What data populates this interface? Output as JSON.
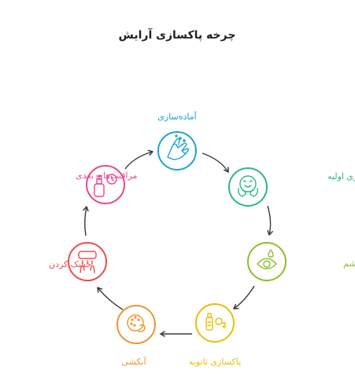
{
  "title": "چرخه پاکسازی آرایش",
  "steps": [
    {
      "id": "preparation",
      "label": "آماده‌سازی",
      "color": "#1aa6c9",
      "icon": "hands-washing-icon"
    },
    {
      "id": "initial-cleanse",
      "label": "پاکسازی اولیه",
      "color": "#2db68a",
      "icon": "happy-face-hands-icon"
    },
    {
      "id": "eye-cleanse",
      "label": "پاکسازی چشم",
      "color": "#8dbf2b",
      "icon": "eye-with-drop-icon"
    },
    {
      "id": "second-cleanse",
      "label": "پاکسازی ثانویه",
      "color": "#e8c000",
      "icon": "bottle-o2-icon"
    },
    {
      "id": "rinse",
      "label": "آبکشی",
      "color": "#f0932b",
      "icon": "face-splash-icon"
    },
    {
      "id": "drying",
      "label": "خشک کردن",
      "color": "#ef4b4b",
      "icon": "hand-dryer-icon"
    },
    {
      "id": "aftercare",
      "label": "مراقبت‌های بعدی",
      "color": "#e8488c",
      "icon": "spray-bottle-clock-icon"
    }
  ],
  "arrow_color": "#3a3a3a"
}
